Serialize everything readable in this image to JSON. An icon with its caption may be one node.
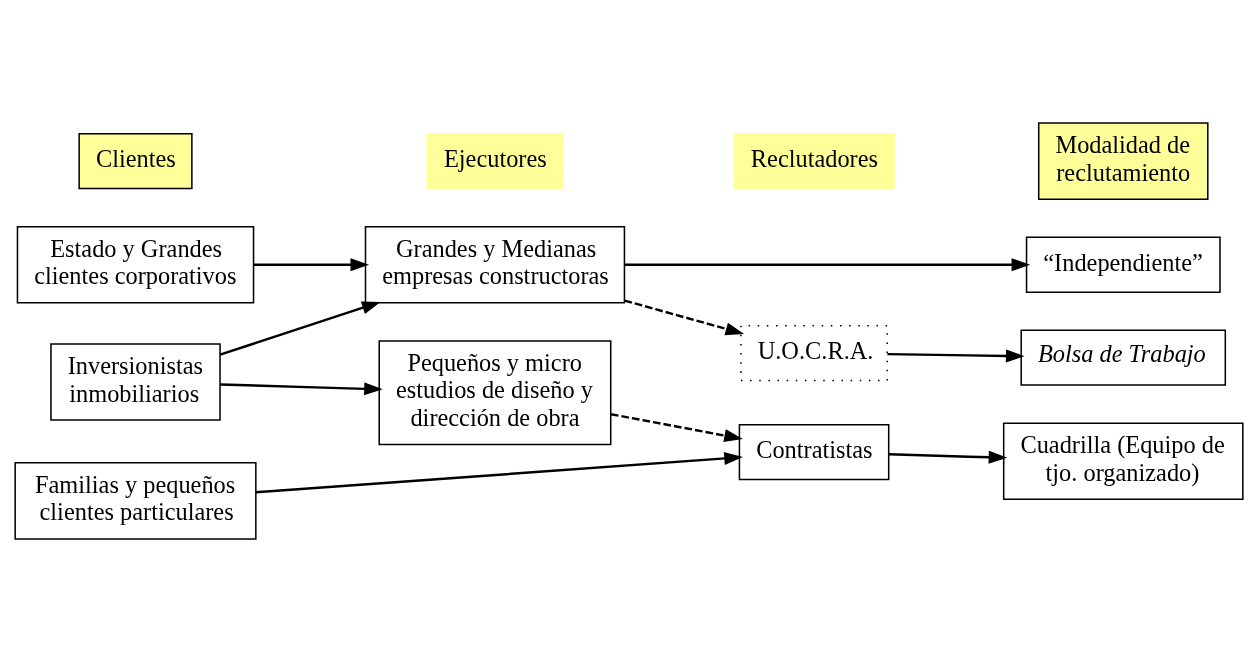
{
  "diagram": {
    "nodes": [
      {
        "text": [
          "Clientes"
        ]
      },
      {
        "text": [
          "Ejecutores"
        ]
      },
      {
        "text": [
          "Reclutadores"
        ]
      },
      {
        "text": [
          "Modalidad de reclutamiento"
        ]
      },
      {
        "text": [
          "Estado y Grandes clientes corporativos"
        ]
      },
      {
        "text": [
          "Grandes y Medianas empresas constructoras"
        ]
      },
      {
        "text": [
          "“Independiente”"
        ]
      },
      {
        "text": [
          "U.O.C.R.A."
        ]
      },
      {
        "text": [
          "Bolsa de Trabajo"
        ]
      },
      {
        "text": [
          "Inversionistas inmobiliarios"
        ]
      },
      {
        "text": [
          "Pequeños y micro estudios de diseño y dirección de obra"
        ]
      },
      {
        "text": [
          "Familias y pequeños clientes particulares"
        ]
      },
      {
        "text": [
          "Contratistas"
        ]
      },
      {
        "text": [
          "Cuadrilla (Equipo de tjo. organizado)"
        ]
      }
    ],
    "edges": [
      {
        "from": 4,
        "to": 5,
        "arrow": "to"
      },
      {
        "from": 5,
        "to": 6,
        "arrow": "to"
      },
      {
        "from": 5,
        "to": 7,
        "arrow": "to",
        "style": "dashed"
      },
      {
        "from": 7,
        "to": 8,
        "arrow": "to"
      },
      {
        "from": 9,
        "to": 5,
        "arrow": "to"
      },
      {
        "from": 9,
        "to": 10,
        "arrow": "to"
      },
      {
        "from": 10,
        "to": 12,
        "arrow": "to",
        "style": "dashed"
      },
      {
        "from": 11,
        "to": 12,
        "arrow": "to"
      },
      {
        "from": 12,
        "to": 13,
        "arrow": "to"
      }
    ]
  }
}
